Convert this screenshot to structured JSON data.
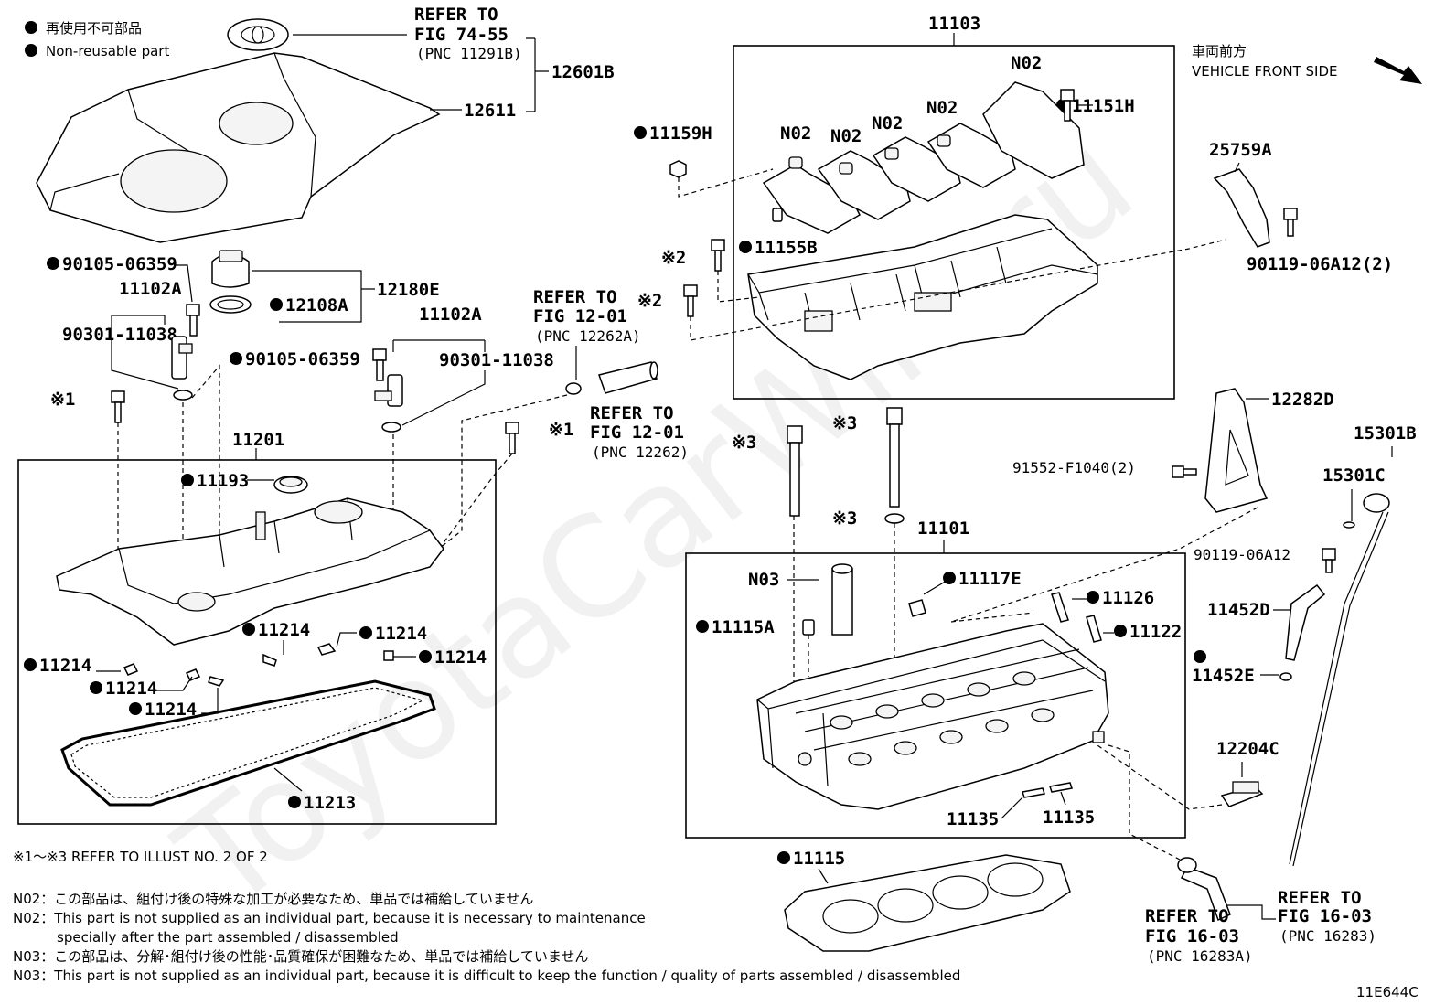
{
  "legend": {
    "jp": "再使用不可部品",
    "en": "Non-reusable part"
  },
  "refer_74_55": [
    "REFER TO",
    "FIG 74-55",
    "(PNC 11291B)"
  ],
  "refer_12_01_a": [
    "REFER TO",
    "FIG 12-01",
    "(PNC 12262A)"
  ],
  "refer_12_01_b": [
    "REFER TO",
    "FIG 12-01",
    "(PNC 12262)"
  ],
  "refer_16_03_a": [
    "REFER TO",
    "FIG 16-03",
    "(PNC 16283A)"
  ],
  "refer_16_03_b": [
    "REFER TO",
    "FIG 16-03",
    "(PNC 16283)"
  ],
  "front_side": {
    "jp": "車両前方",
    "en": "VEHICLE FRONT SIDE"
  },
  "labels": {
    "p12601B": "12601B",
    "p12611": "12611",
    "p11103": "11103",
    "p11159H": "11159H",
    "p11155B": "11155B",
    "p11151H": "11151H",
    "n02": "N02",
    "p25759A": "25759A",
    "p90119_06A12_2": "90119-06A12(2)",
    "p90105_06359": "90105-06359",
    "p11102A": "11102A",
    "p90301_11038": "90301-11038",
    "p12180E": "12180E",
    "p12108A": "12108A",
    "x1": "※1",
    "x2": "※2",
    "x3": "※3",
    "p11201": "11201",
    "p11193": "11193",
    "p11214": "11214",
    "p11213": "11213",
    "p12282D": "12282D",
    "p15301B": "15301B",
    "p15301C": "15301C",
    "p91552_F1040_2": "91552-F1040(2)",
    "p90119_06A12": "90119-06A12",
    "p11452D": "11452D",
    "p11452E": "11452E",
    "p12204C": "12204C",
    "p11101": "11101",
    "n03": "N03",
    "p11117E": "11117E",
    "p11126": "11126",
    "p11115A": "11115A",
    "p11122": "11122",
    "p11135": "11135",
    "p11115": "11115"
  },
  "notes": {
    "ref_illust": "※1～※3  REFER TO ILLUST NO. 2 OF 2",
    "n02_jp": "N02：この部品は、組付け後の特殊な加工が必要なため、単品では補給していません",
    "n02_en_1": "N02：This part is not supplied as an individual part, because it is necessary to maintenance",
    "n02_en_2": "specially after the part assembled / disassembled",
    "n03_jp": "N03：この部品は、分解･組付け後の性能･品質確保が困難なため、単品では補給していません",
    "n03_en": "N03：This part is not supplied as an individual part, because it is difficult to keep the function / quality of parts  assembled / disassembled"
  },
  "figure_code": "11E644C",
  "watermark": "ToyotaCarWiki.ru"
}
